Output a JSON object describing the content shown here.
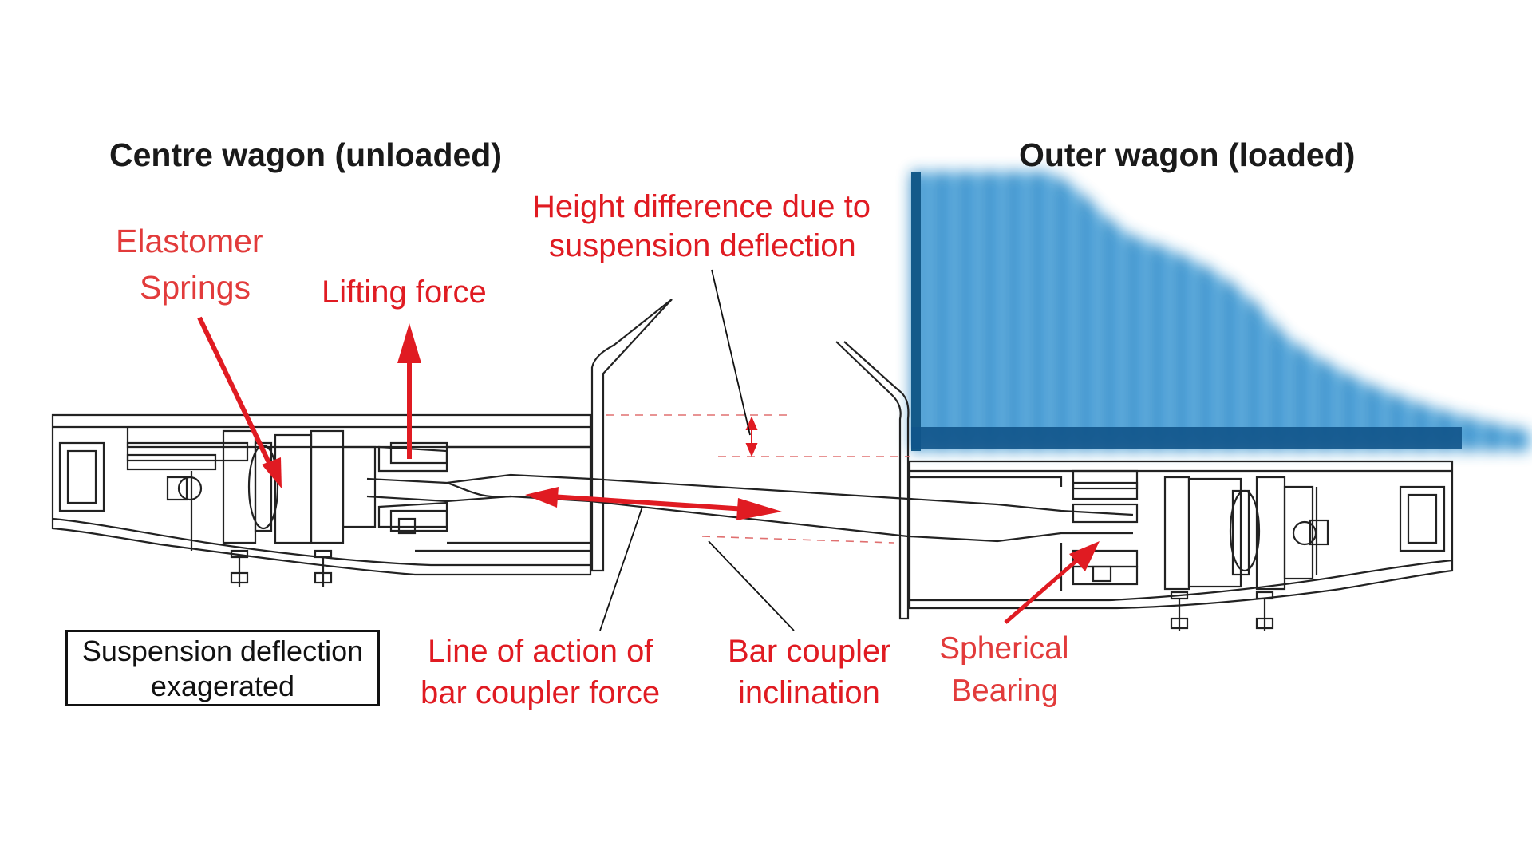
{
  "titles": {
    "left": "Centre wagon (unloaded)",
    "right": "Outer wagon (loaded)"
  },
  "labels": {
    "elastomer_line1": "Elastomer",
    "elastomer_line2": "Springs",
    "lifting_force": "Lifting force",
    "height_diff_line1": "Height difference due to",
    "height_diff_line2": "suspension deflection",
    "line_of_action_line1": "Line of action of",
    "line_of_action_line2": "bar coupler force",
    "bar_coupler_line1": "Bar coupler",
    "bar_coupler_line2": "inclination",
    "spherical_line1": "Spherical",
    "spherical_line2": "Bearing"
  },
  "note": {
    "line1": "Suspension deflection",
    "line2": "exagerated"
  },
  "colors": {
    "annotation_red": "#e01b22",
    "container_blue": "#1f7fc0",
    "drawing_line": "#222222"
  }
}
